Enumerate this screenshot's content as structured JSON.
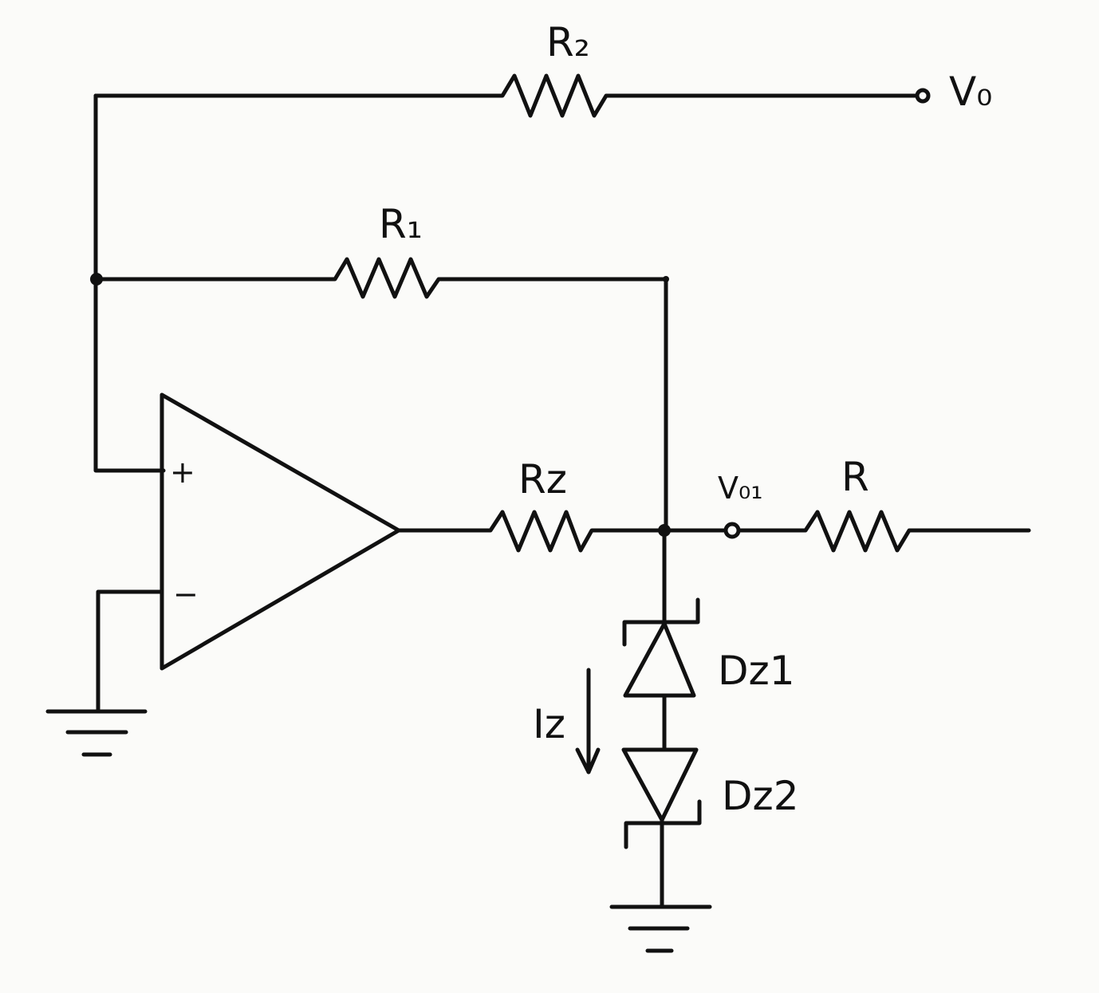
{
  "labels": {
    "r2": "R₂",
    "r1": "R₁",
    "rz": "Rz",
    "r": "R",
    "vo": "V₀",
    "vo1": "V₀₁",
    "dz1": "Dz1",
    "dz2": "Dz2",
    "iz": "Iz",
    "plus": "+",
    "minus": "−"
  }
}
